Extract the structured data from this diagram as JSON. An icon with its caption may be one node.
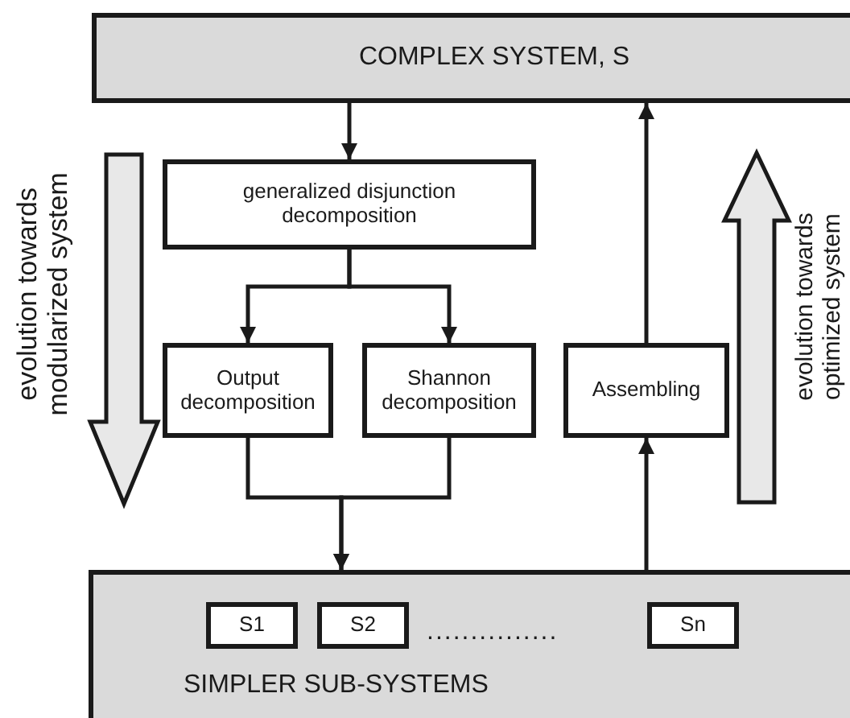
{
  "diagram": {
    "nodes": [
      {
        "text": [
          "COMPLEX SYSTEM, S"
        ]
      },
      {
        "text": [
          "generalized disjunction decomposition"
        ]
      },
      {
        "text": [
          "Output decomposition"
        ]
      },
      {
        "text": [
          "Shannon decomposition"
        ]
      },
      {
        "text": [
          "Assembling"
        ]
      },
      {
        "text": [
          "SIMPLER SUB-SYSTEMS"
        ]
      },
      {
        "text": [
          "S1"
        ],
        "in": 5
      },
      {
        "text": [
          "S2"
        ],
        "in": 5
      },
      {
        "text": [
          "Sn"
        ],
        "in": 5
      }
    ],
    "edges": [
      {
        "from": 0,
        "to": 1,
        "arrow": "to"
      },
      {
        "from": 1,
        "to": 2,
        "arrow": "to"
      },
      {
        "from": 1,
        "to": 3,
        "arrow": "to"
      },
      {
        "from": 2,
        "to": 5,
        "arrow": "to"
      },
      {
        "from": 3,
        "to": 5,
        "arrow": "to"
      },
      {
        "from": 5,
        "to": 4,
        "arrow": "to"
      },
      {
        "from": 4,
        "to": 0,
        "arrow": "to"
      }
    ],
    "labels": [
      "evolution towards modularized system",
      "...............",
      "evolution towards optimized system"
    ]
  }
}
